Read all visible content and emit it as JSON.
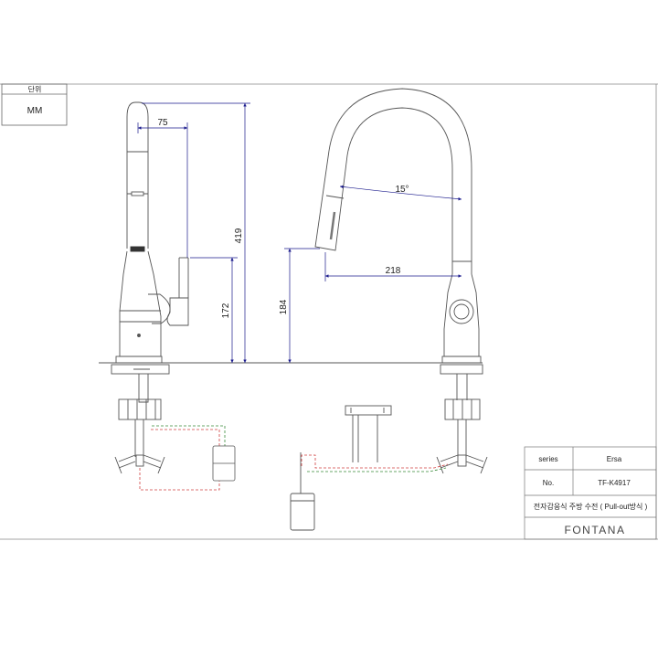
{
  "unit_box": {
    "label": "단위",
    "value": "MM"
  },
  "dimensions": {
    "spout_offset": "75",
    "total_height": "419",
    "handle_height": "172",
    "outlet_height": "184",
    "reach": "218",
    "angle": "15°"
  },
  "title_block": {
    "series_label": "series",
    "series_value": "Ersa",
    "no_label": "No.",
    "no_value": "TF-K4917",
    "description": "전자감응식 주방 수전 ( Pull-out방식 )",
    "brand": "FONTANA"
  },
  "colors": {
    "line": "#555555",
    "dim_line": "#1a1a8c",
    "pipe": "#d04040",
    "hose": "#3a8a3a"
  }
}
